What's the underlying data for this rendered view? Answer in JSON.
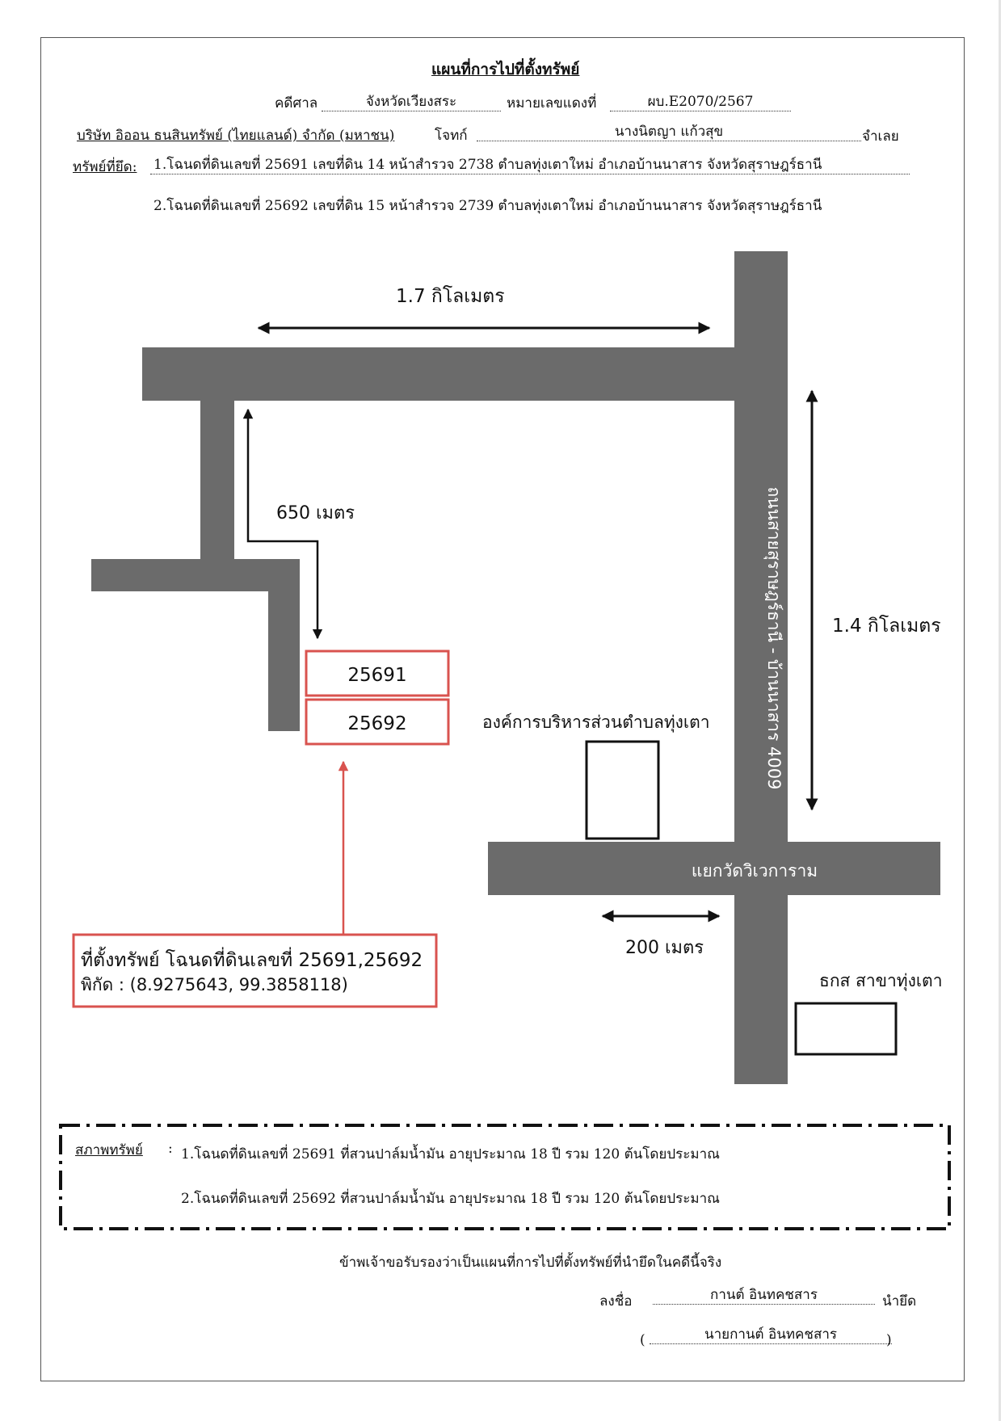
{
  "doc": {
    "title": "แผนที่การไปที่ตั้งทรัพย์",
    "court_label": "คดีศาล",
    "court_value": "จังหวัดเวียงสระ",
    "red_case_label": "หมายเลขแดงที่",
    "red_case_value": "ผบ.E2070/2567",
    "plaintiff": "บริษัท อิออน ธนสินทรัพย์ (ไทยแลนด์) จำกัด (มหาชน)",
    "plaintiff_label": "โจทก์",
    "defendant_value": "นางนิตญา แก้วสุข",
    "defendant_label": "จำเลย",
    "seized_label": "ทรัพย์ที่ยึด:",
    "seized_items": [
      "1.โฉนดที่ดินเลขที่ 25691 เลขที่ดิน 14 หน้าสำรวจ 2738 ตำบลทุ่งเตาใหม่ อำเภอบ้านนาสาร  จังหวัดสุราษฎร์ธานี",
      "2.โฉนดที่ดินเลขที่ 25692 เลขที่ดิน 15 หน้าสำรวจ 2739 ตำบลทุ่งเตาใหม่ อำเภอบ้านนาสาร  จังหวัดสุราษฎร์ธานี"
    ]
  },
  "map": {
    "dist_top": "1.7 กิโลเมตร",
    "dist_side": "650 เมตร",
    "dist_right": "1.4 กิโลเมตร",
    "dist_bottom": "200 เมตร",
    "road_name": "ถนนสายสุราษฎร์ธานี - บ้านนาสาร 4009",
    "junction": "แยกวัดวิเวการาม",
    "tambon_office": "องค์การบริหารส่วนตำบลทุ่งเตา",
    "bank": "ธกส สาขาทุ่งเตา",
    "plot_1": "25691",
    "plot_2": "25692",
    "location_line1": "ที่ตั้งทรัพย์ โฉนดที่ดินเลขที่ 25691,25692",
    "location_line2": "พิกัด : (8.9275643, 99.3858118)",
    "colors": {
      "road": "#6b6b6b",
      "highlight": "#d9534f",
      "arrow": "#111111"
    }
  },
  "condition": {
    "label": "สภาพทรัพย์",
    "colon": ":",
    "items": [
      "1.โฉนดที่ดินเลขที่ 25691 ที่สวนปาล์มน้ำมัน อายุประมาณ 18 ปี รวม 120 ต้นโดยประมาณ",
      "2.โฉนดที่ดินเลขที่ 25692 ที่สวนปาล์มน้ำมัน อายุประมาณ 18 ปี รวม 120 ต้นโดยประมาณ"
    ]
  },
  "signature": {
    "certify": "ข้าพเจ้าขอรับรองว่าเป็นแผนที่การไปที่ตั้งทรัพย์ที่นำยึดในคดีนี้จริง",
    "sign_label": "ลงชื่อ",
    "signed_name": "กานต์ อินทคชสาร",
    "role": "นำยึด",
    "open_paren": "(",
    "printed_name": "นายกานต์ อินทคชสาร",
    "close_paren": ")"
  }
}
